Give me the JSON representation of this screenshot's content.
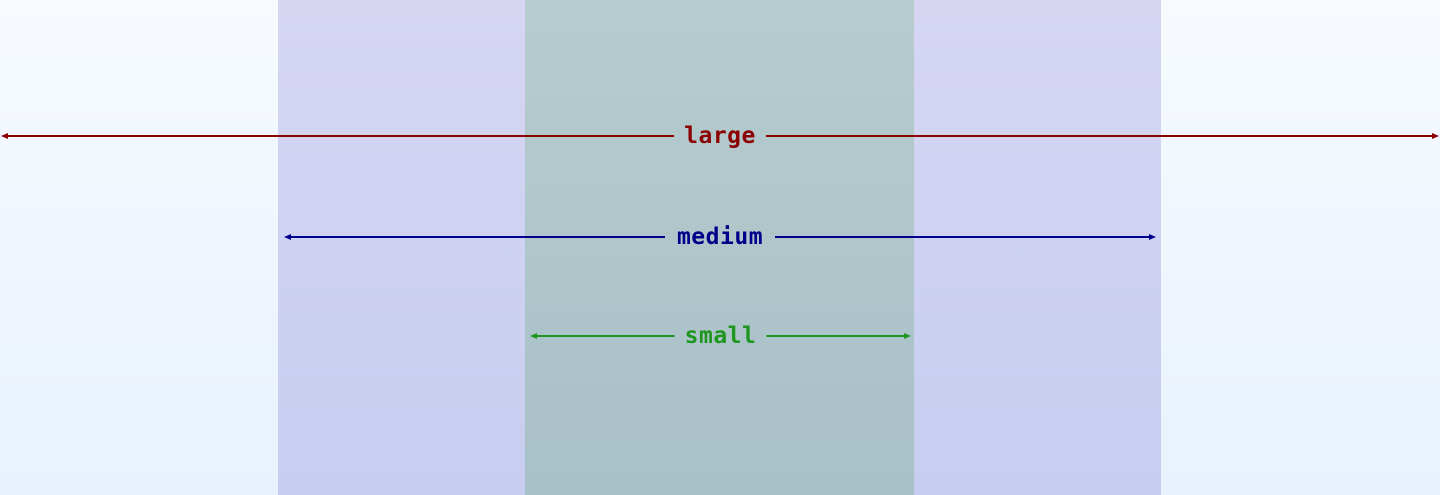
{
  "colors": {
    "large": "#8b0000",
    "medium": "#00008b",
    "small": "#1f961f",
    "band_medium": "#cfd2f2",
    "band_small": "#adc4ca"
  },
  "measures": [
    {
      "id": "large",
      "label": "large"
    },
    {
      "id": "medium",
      "label": "medium"
    },
    {
      "id": "small",
      "label": "small"
    }
  ]
}
